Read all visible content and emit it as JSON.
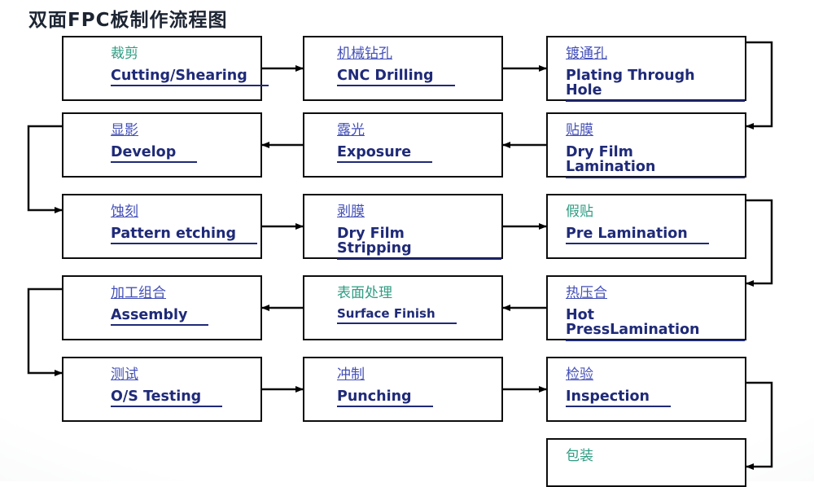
{
  "title": "双面FPC板制作流程图",
  "colors": {
    "title": "#1d2533",
    "zh_blue": "#4450b8",
    "zh_green": "#2f9c82",
    "en_navy": "#1f2a78",
    "line": "#0d0d0d",
    "box_bg": "#ffffff"
  },
  "nodes": [
    {
      "id": "cutting",
      "zh": "裁剪",
      "en": "Cutting/Shearing",
      "zh_color": "green",
      "row": 0,
      "col": 0
    },
    {
      "id": "cnc-drilling",
      "zh": "机械钻孔",
      "en": "CNC Drilling",
      "zh_color": "blue",
      "row": 0,
      "col": 1
    },
    {
      "id": "plating-through-hole",
      "zh": "镀通孔",
      "en": "Plating Through Hole",
      "zh_color": "blue",
      "row": 0,
      "col": 2
    },
    {
      "id": "develop",
      "zh": "显影",
      "en": "Develop",
      "zh_color": "blue",
      "row": 1,
      "col": 0
    },
    {
      "id": "exposure",
      "zh": "露光",
      "en": "Exposure",
      "zh_color": "blue",
      "row": 1,
      "col": 1
    },
    {
      "id": "dry-film-lamination",
      "zh": "贴膜",
      "en": "Dry Film Lamination",
      "zh_color": "blue",
      "row": 1,
      "col": 2
    },
    {
      "id": "pattern-etching",
      "zh": "蚀刻",
      "en": "Pattern etching",
      "zh_color": "blue",
      "row": 2,
      "col": 0
    },
    {
      "id": "dry-film-stripping",
      "zh": "剥膜",
      "en": "Dry Film Stripping",
      "zh_color": "blue",
      "row": 2,
      "col": 1
    },
    {
      "id": "pre-lamination",
      "zh": "假贴",
      "en": "Pre Lamination",
      "zh_color": "green",
      "row": 2,
      "col": 2
    },
    {
      "id": "assembly",
      "zh": "加工组合",
      "en": "Assembly",
      "zh_color": "blue",
      "row": 3,
      "col": 0
    },
    {
      "id": "surface-finish",
      "zh": "表面处理",
      "en": "Surface  Finish",
      "zh_color": "green",
      "row": 3,
      "col": 1
    },
    {
      "id": "hot-press-lamination",
      "zh": "热压合",
      "en": "Hot PressLamination",
      "zh_color": "blue",
      "row": 3,
      "col": 2
    },
    {
      "id": "os-testing",
      "zh": "测试",
      "en": "O/S Testing",
      "zh_color": "blue",
      "row": 4,
      "col": 0
    },
    {
      "id": "punching",
      "zh": "冲制",
      "en": "Punching",
      "zh_color": "blue",
      "row": 4,
      "col": 1
    },
    {
      "id": "inspection",
      "zh": "检验",
      "en": "Inspection",
      "zh_color": "blue",
      "row": 4,
      "col": 2
    },
    {
      "id": "packing",
      "zh": "包装",
      "en": "",
      "zh_color": "green",
      "row": 5,
      "col": 2
    }
  ],
  "connections": [
    {
      "from": "cutting",
      "to": "cnc-drilling",
      "via": "straight"
    },
    {
      "from": "cnc-drilling",
      "to": "plating-through-hole",
      "via": "straight"
    },
    {
      "from": "plating-through-hole",
      "to": "dry-film-lamination",
      "via": "right-elbow"
    },
    {
      "from": "dry-film-lamination",
      "to": "exposure",
      "via": "straight"
    },
    {
      "from": "exposure",
      "to": "develop",
      "via": "straight"
    },
    {
      "from": "develop",
      "to": "pattern-etching",
      "via": "left-elbow"
    },
    {
      "from": "pattern-etching",
      "to": "dry-film-stripping",
      "via": "straight"
    },
    {
      "from": "dry-film-stripping",
      "to": "pre-lamination",
      "via": "straight"
    },
    {
      "from": "pre-lamination",
      "to": "hot-press-lamination",
      "via": "right-elbow"
    },
    {
      "from": "hot-press-lamination",
      "to": "surface-finish",
      "via": "straight"
    },
    {
      "from": "surface-finish",
      "to": "assembly",
      "via": "straight"
    },
    {
      "from": "assembly",
      "to": "os-testing",
      "via": "left-elbow"
    },
    {
      "from": "os-testing",
      "to": "punching",
      "via": "straight"
    },
    {
      "from": "punching",
      "to": "inspection",
      "via": "straight"
    },
    {
      "from": "inspection",
      "to": "packing",
      "via": "right-elbow"
    }
  ]
}
